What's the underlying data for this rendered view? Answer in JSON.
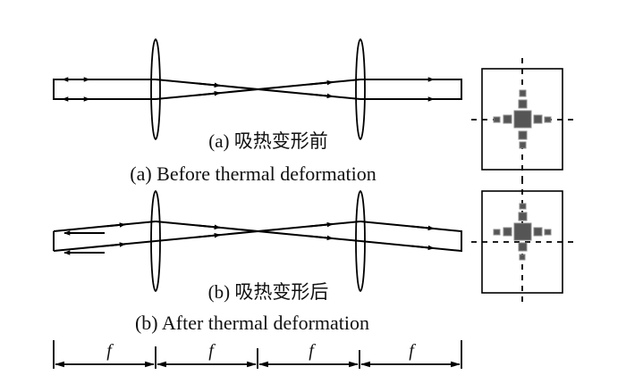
{
  "figure": {
    "panel_a": {
      "caption_cn": "(a) 吸热变形前",
      "caption_en": "(a) Before thermal deformation"
    },
    "panel_b": {
      "caption_cn": "(b) 吸热变形后",
      "caption_en": "(b) After thermal deformation"
    },
    "dimension_labels": [
      "f",
      "f",
      "f",
      "f"
    ],
    "icons": {
      "lens": "biconvex-lens-icon",
      "spot": "far-field-spot-pattern-icon",
      "arrow": "arrowhead-icon"
    },
    "colors": {
      "line": "#000000",
      "spot_fill": "#555555",
      "background": "#ffffff"
    }
  }
}
